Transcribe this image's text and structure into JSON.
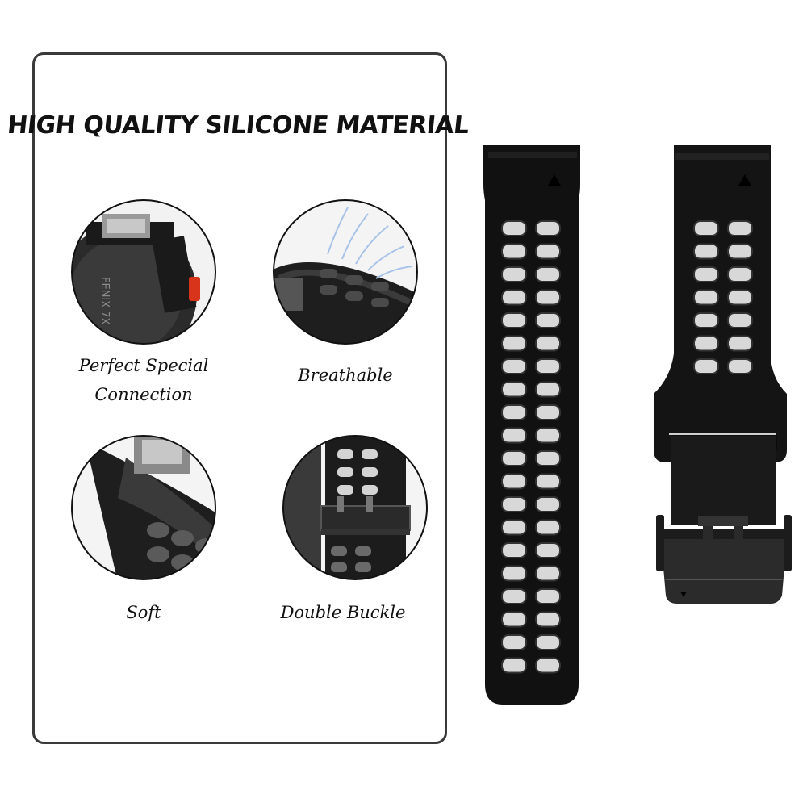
{
  "headline": "HIGH QUALITY SILICONE MATERIAL",
  "features": [
    {
      "caption_line1": "Perfect Special",
      "caption_line2": "Connection",
      "icon": "watch-lug-connection-icon",
      "watch_label": "FENIX 7X"
    },
    {
      "caption_line1": "Breathable",
      "caption_line2": "",
      "icon": "airflow-icon"
    },
    {
      "caption_line1": "Soft",
      "caption_line2": "",
      "icon": "flexible-band-icon"
    },
    {
      "caption_line1": "Double Buckle",
      "caption_line2": "",
      "icon": "double-buckle-icon"
    }
  ],
  "colors": {
    "band": "#111111",
    "holes": "#d8d8d8",
    "buckle": "#1c1c1c",
    "accent_red": "#d8341c"
  }
}
